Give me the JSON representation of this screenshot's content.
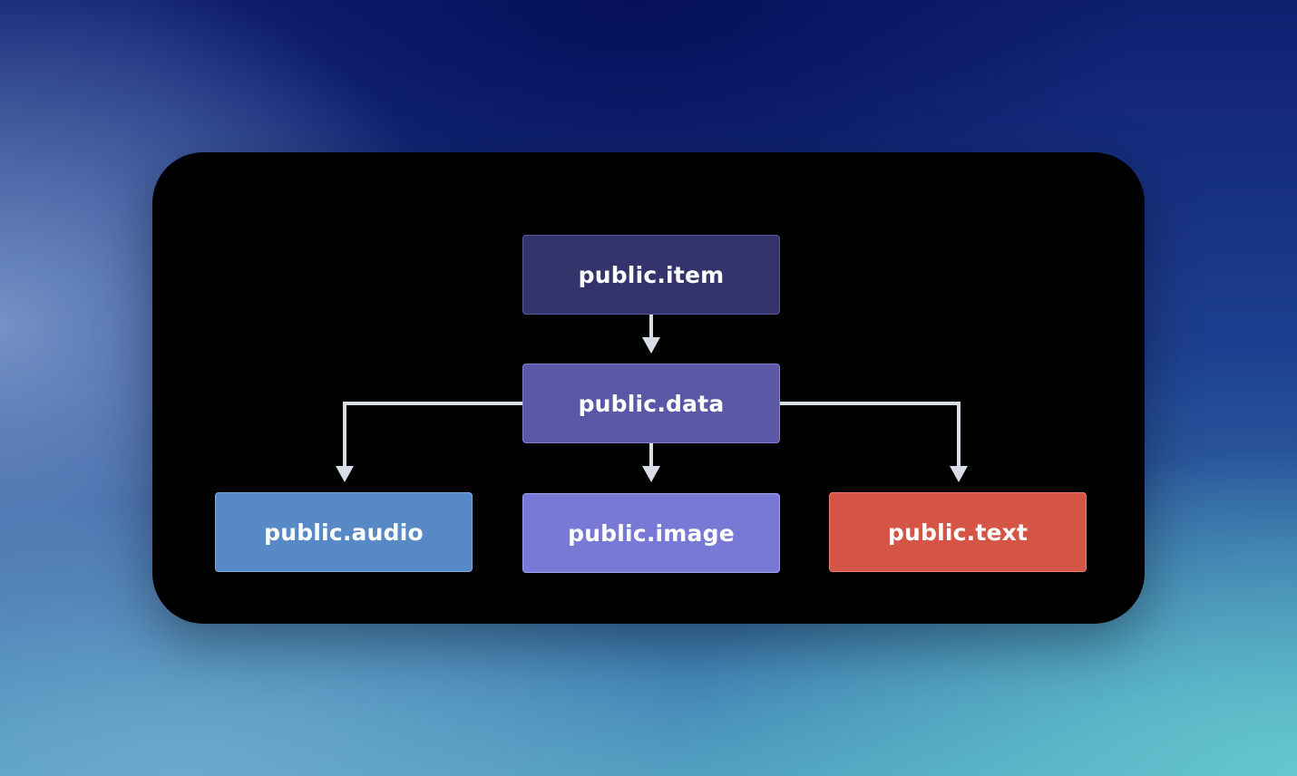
{
  "colors": {
    "card_background": "#000000",
    "connector": "#d9dde6"
  },
  "diagram": {
    "nodes": {
      "item": {
        "label": "public.item",
        "fill": "#35336b",
        "border": "#5a58a4"
      },
      "data": {
        "label": "public.data",
        "fill": "#5a58a6",
        "border": "#8583d1"
      },
      "audio": {
        "label": "public.audio",
        "fill": "#5789c7",
        "border": "#7eaae0"
      },
      "image": {
        "label": "public.image",
        "fill": "#7878d6",
        "border": "#a0a0ee"
      },
      "text": {
        "label": "public.text",
        "fill": "#d45546",
        "border": "#ee7d6f"
      }
    },
    "edges": [
      {
        "from": "item",
        "to": "data"
      },
      {
        "from": "data",
        "to": "audio"
      },
      {
        "from": "data",
        "to": "image"
      },
      {
        "from": "data",
        "to": "text"
      }
    ]
  }
}
